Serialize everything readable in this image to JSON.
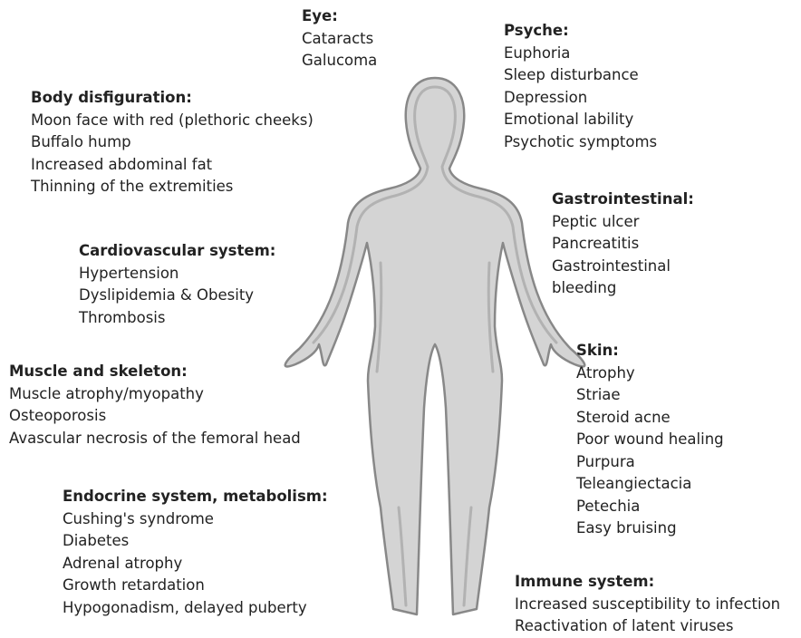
{
  "colors": {
    "figure_fill": "#d4d4d4",
    "figure_outline": "#888888",
    "figure_inner": "#b2b2b2",
    "text": "#222222"
  },
  "groups": {
    "eye": {
      "title": "Eye:",
      "items": [
        "Cataracts",
        "Galucoma"
      ]
    },
    "psyche": {
      "title": "Psyche:",
      "items": [
        "Euphoria",
        "Sleep disturbance",
        "Depression",
        "Emotional lability",
        "Psychotic symptoms"
      ]
    },
    "body": {
      "title": "Body disfiguration:",
      "items": [
        "Moon face with red (plethoric cheeks)",
        "Buffalo hump",
        "Increased abdominal fat",
        "Thinning of the extremities"
      ]
    },
    "gastro": {
      "title": "Gastrointestinal:",
      "items": [
        "Peptic ulcer",
        "Pancreatitis",
        "Gastrointestinal",
        "bleeding"
      ]
    },
    "cardio": {
      "title": "Cardiovascular system:",
      "items": [
        "Hypertension",
        "Dyslipidemia & Obesity",
        "Thrombosis"
      ]
    },
    "muscle": {
      "title": "Muscle and skeleton:",
      "items": [
        "Muscle atrophy/myopathy",
        "Osteoporosis",
        "Avascular necrosis of the femoral head"
      ]
    },
    "skin": {
      "title": "Skin:",
      "items": [
        "Atrophy",
        "Striae",
        "Steroid acne",
        "Poor wound healing",
        "Purpura",
        "Teleangiectacia",
        "Petechia",
        "Easy bruising"
      ]
    },
    "endocrine": {
      "title": "Endocrine system, metabolism:",
      "items": [
        "Cushing's syndrome",
        "Diabetes",
        "Adrenal atrophy",
        "Growth retardation",
        "Hypogonadism, delayed puberty"
      ]
    },
    "immune": {
      "title": "Immune system:",
      "items": [
        "Increased susceptibility to infection",
        "Reactivation of latent viruses"
      ]
    }
  }
}
